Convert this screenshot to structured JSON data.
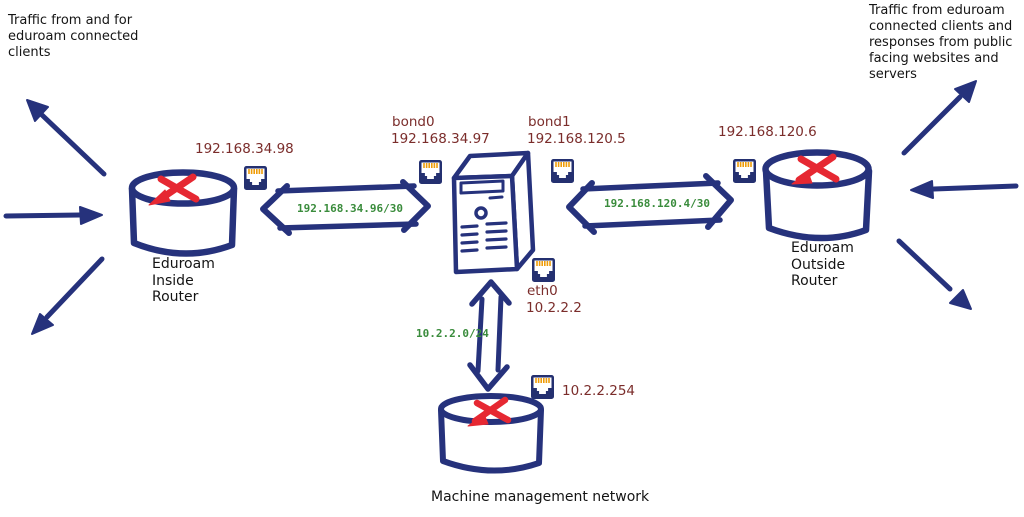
{
  "notes": {
    "left": "Traffic from and for\neduroam connected\nclients",
    "right": "Traffic from eduroam\nconnected clients and\nresponses from public\nfacing websites and\nservers"
  },
  "inside_router": {
    "ip": "192.168.34.98",
    "label": "Eduroam\nInside\nRouter"
  },
  "outside_router": {
    "ip": "192.168.120.6",
    "label": "Eduroam\nOutside\nRouter"
  },
  "server": {
    "bond0": {
      "name": "bond0",
      "ip": "192.168.34.97"
    },
    "bond1": {
      "name": "bond1",
      "ip": "192.168.120.5"
    },
    "eth0": {
      "name": "eth0",
      "ip": "10.2.2.2"
    }
  },
  "links": {
    "inside_subnet": "192.168.34.96/30",
    "outside_subnet": "192.168.120.4/30",
    "management_subnet": "10.2.2.0/24"
  },
  "management_network": {
    "ip": "10.2.2.254",
    "label": "Machine management network"
  },
  "icons": [
    "ethernet-port-icon",
    "router-crossed-arrows-icon"
  ],
  "colors": {
    "ink_navy": "#26327c",
    "router_x_red": "#e62832",
    "ip_text": "#7b2d2b",
    "subnet_text": "#3a8c3c",
    "note_text": "#141414",
    "port_orange": "#ef9c08"
  }
}
